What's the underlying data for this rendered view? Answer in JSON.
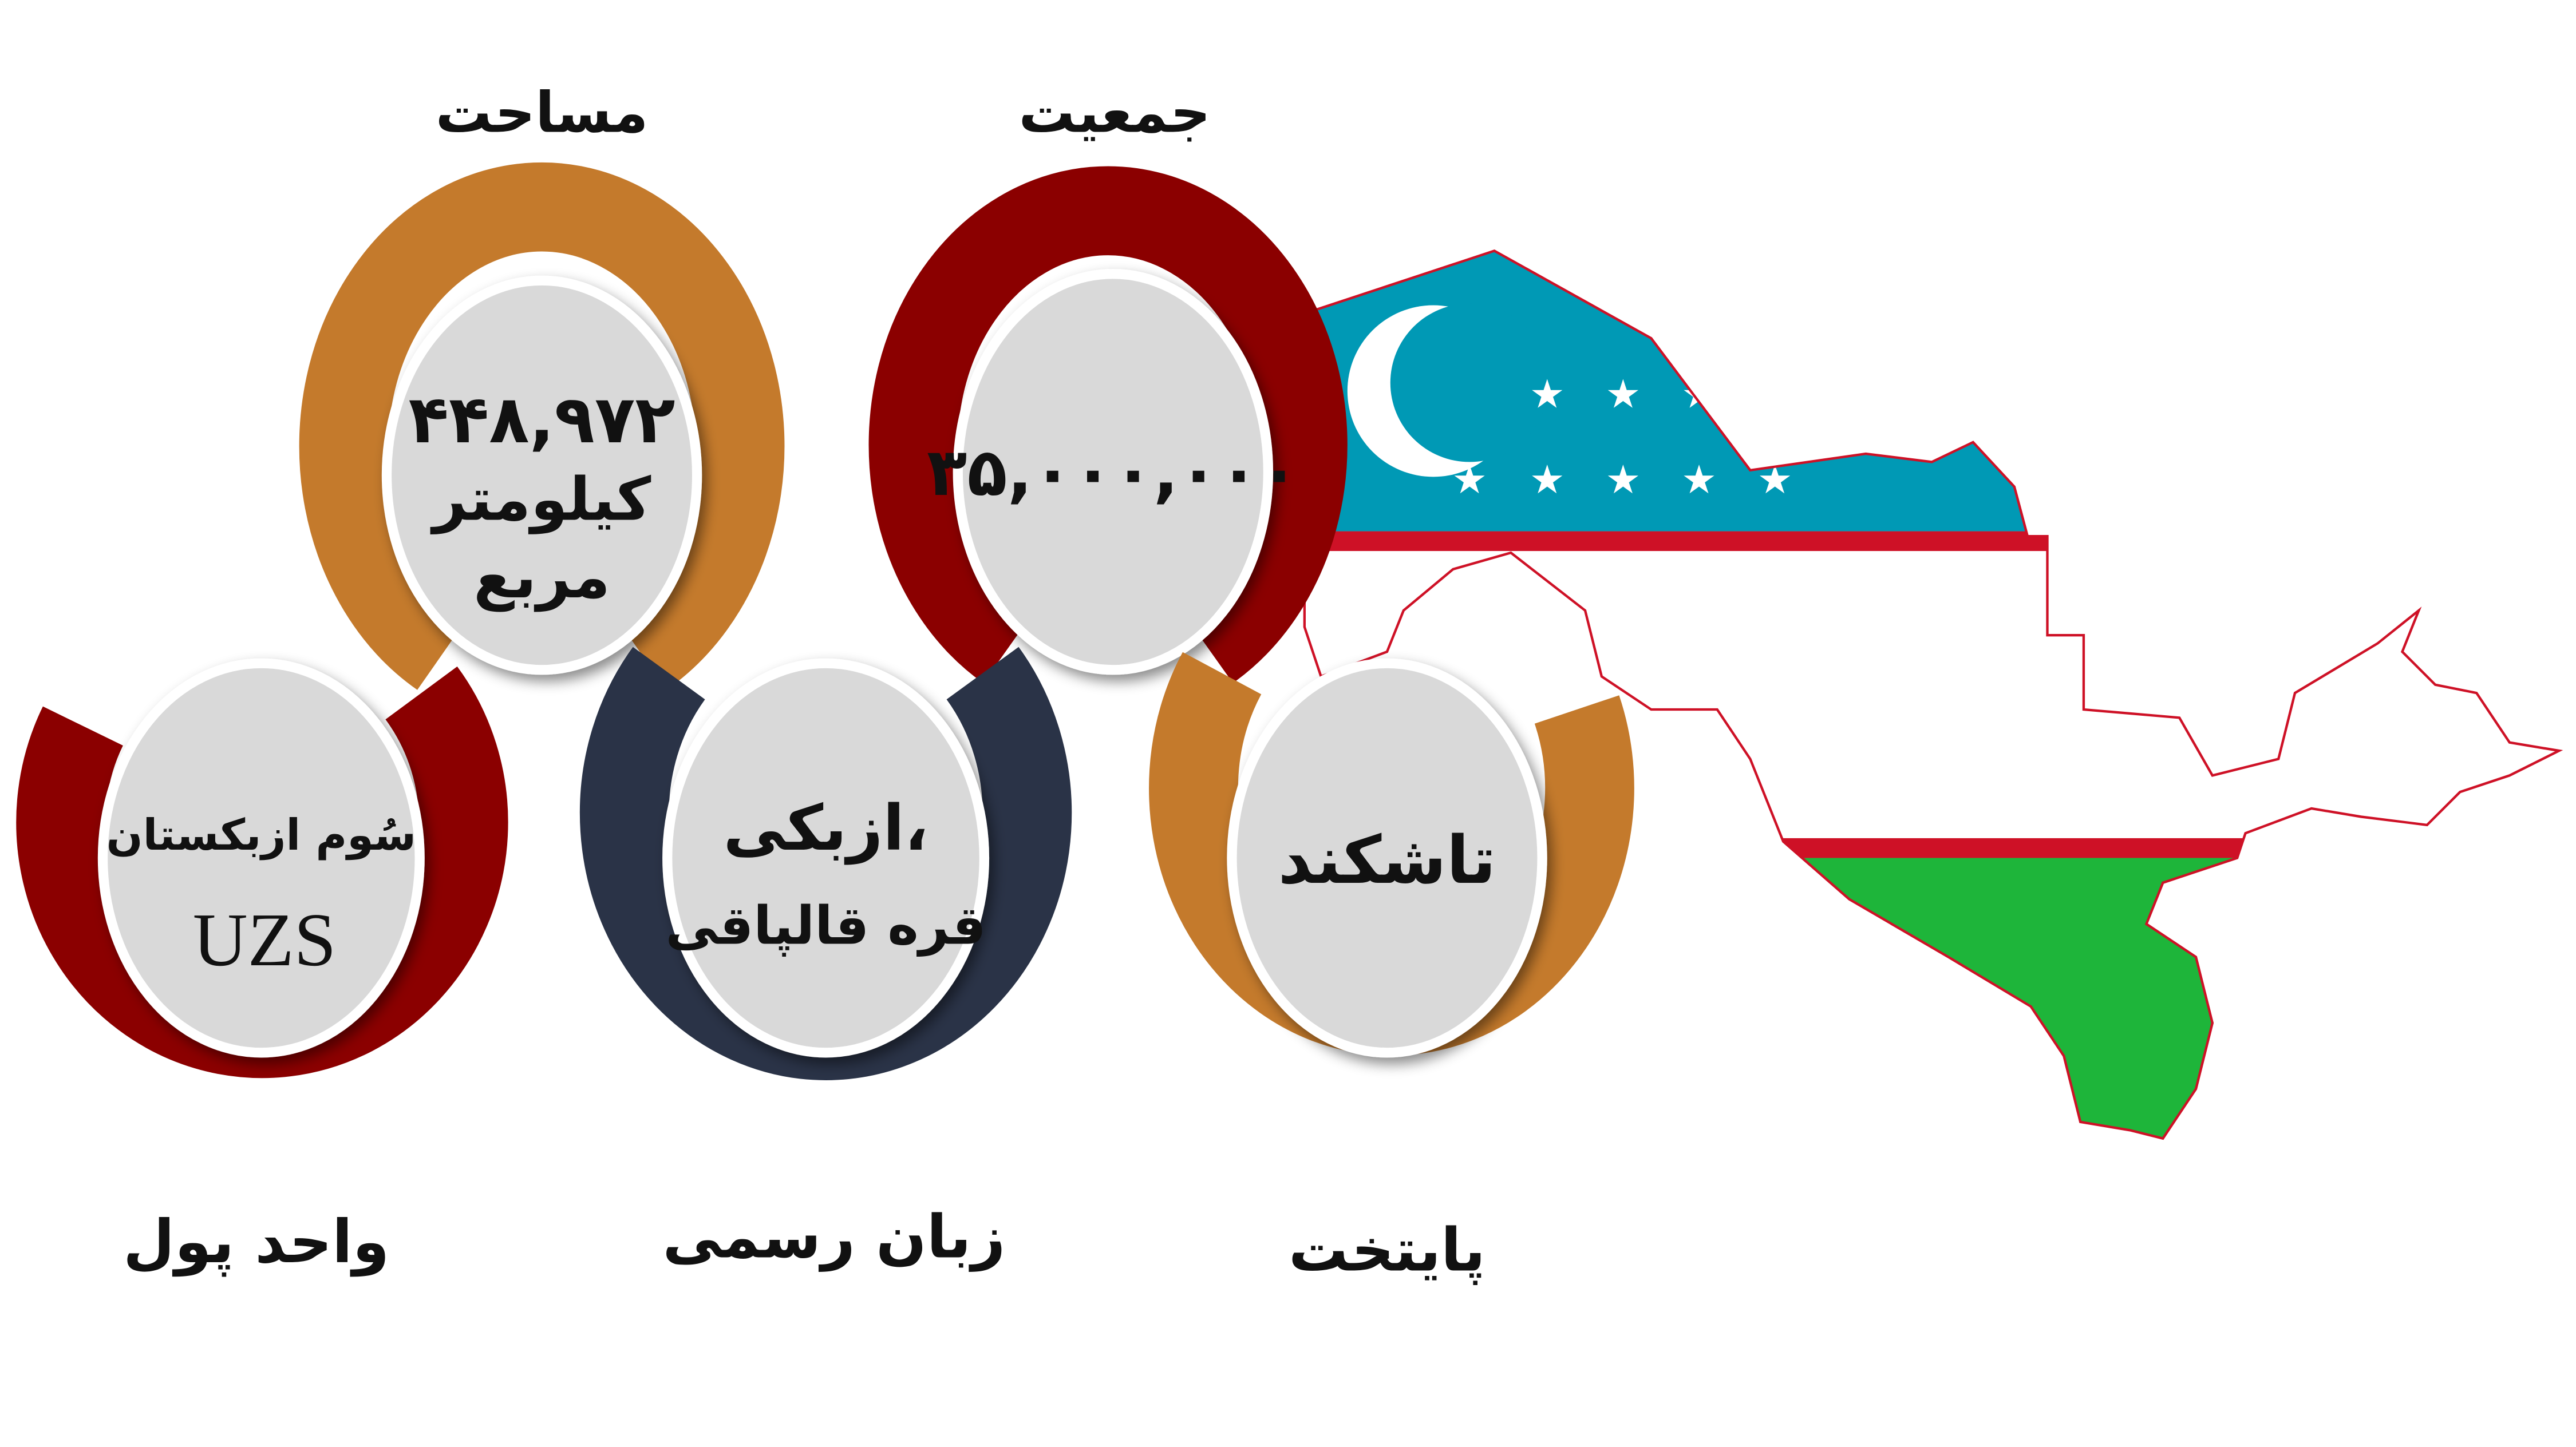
{
  "colors": {
    "orange": "#c47a2c",
    "darkred": "#8b0000",
    "navy": "#2a3347",
    "inner": "#d9d9d9",
    "flag_blue": "#0099b5",
    "flag_red": "#ce1126",
    "flag_white": "#ffffff",
    "flag_green": "#1eb53a"
  },
  "area": {
    "label": "مساحت",
    "value": "۴۴۸,۹۷۲",
    "unit_line1": "کیلومتر",
    "unit_line2": "مربع"
  },
  "population": {
    "label": "جمعیت",
    "value": "۳۵,۰۰۰,۰۰۰"
  },
  "currency": {
    "label": "واحد پول",
    "name": "سُوم ازبکستان",
    "code": "UZS"
  },
  "language": {
    "label": "زبان رسمی",
    "line1": "ازبکی،",
    "line2": "قره قالپاقی"
  },
  "capital": {
    "label": "پایتخت",
    "value": "تاشکند"
  },
  "map": {
    "icon": "uzbekistan-flag-map-icon"
  }
}
